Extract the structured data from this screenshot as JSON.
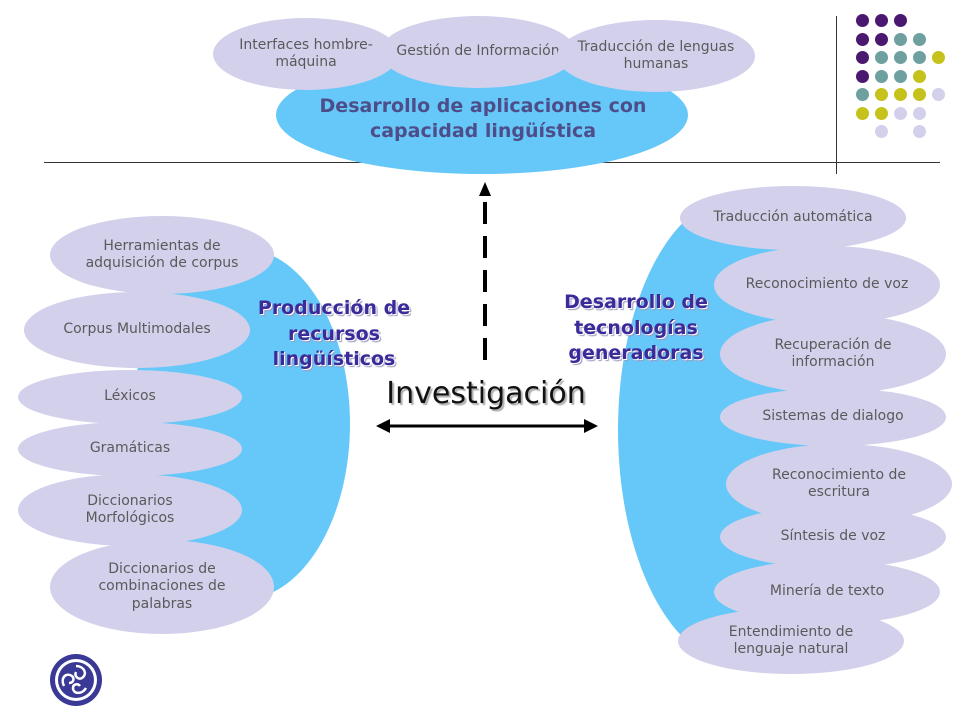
{
  "colors": {
    "ellipse": "#d3d0ec",
    "blue": "#66c8f8",
    "purple_dot": "#4b1870",
    "teal_dot": "#6ea0a0",
    "yellow_dot": "#c6c21c",
    "lavender_dot": "#d3d0ec"
  },
  "top": {
    "title": "Desarrollo de aplicaciones con capacidad lingüística",
    "bubbles": [
      "Interfaces hombre-máquina",
      "Gestión de Información",
      "Traducción de lenguas humanas"
    ]
  },
  "left": {
    "title": "Producción de recursos lingüísticos",
    "items": [
      "Herramientas de adquisición de corpus",
      "Corpus Multimodales",
      "Léxicos",
      "Gramáticas",
      "Diccionarios Morfológicos",
      "Diccionarios de combinaciones de palabras"
    ]
  },
  "right": {
    "title": "Desarrollo de tecnologías generadoras",
    "items": [
      "Traducción automática",
      "Reconocimiento de voz",
      "Recuperación de información",
      "Sistemas de dialogo",
      "Reconocimiento de escritura",
      "Síntesis de voz",
      "Minería de texto",
      "Entendimiento de lenguaje natural"
    ]
  },
  "center": {
    "title": "Investigación"
  },
  "logo_icon": "triskele-logo-icon"
}
